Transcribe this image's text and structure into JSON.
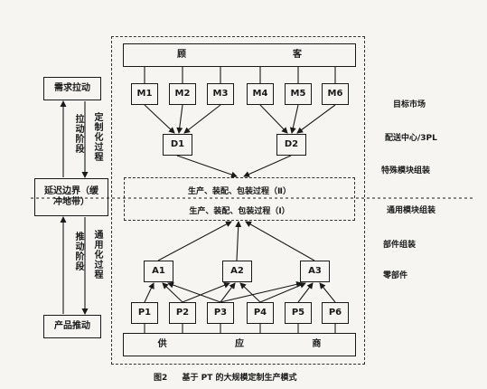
{
  "left": {
    "demand_pull": "需求拉动",
    "pull_stage": "拉动阶段",
    "custom_process": "定制化过程",
    "boundary": "延迟边界（缓冲地带）",
    "push_stage": "推动阶段",
    "general_process": "通用化过程",
    "product_push": "产品推动"
  },
  "center": {
    "customer_chars": [
      "顾",
      "客"
    ],
    "markets": [
      "M1",
      "M2",
      "M3",
      "M4",
      "M5",
      "M6"
    ],
    "distribution": [
      "D1",
      "D2"
    ],
    "process_2": "生产、装配、包装过程（Ⅱ）",
    "process_1": "生产、装配、包装过程（Ⅰ）",
    "assemblies": [
      "A1",
      "A2",
      "A3"
    ],
    "parts": [
      "P1",
      "P2",
      "P3",
      "P4",
      "P5",
      "P6"
    ],
    "supplier_chars": [
      "供",
      "应",
      "商"
    ]
  },
  "right": {
    "target_market": "目标市场",
    "distribution_center": "配送中心/3PL",
    "special_module": "特殊模块组装",
    "general_module": "通用模块组装",
    "component_assembly": "部件组装",
    "parts": "零部件"
  },
  "caption": {
    "figure_no": "图2",
    "title": "基于 PT 的大规模定制生产模式"
  }
}
